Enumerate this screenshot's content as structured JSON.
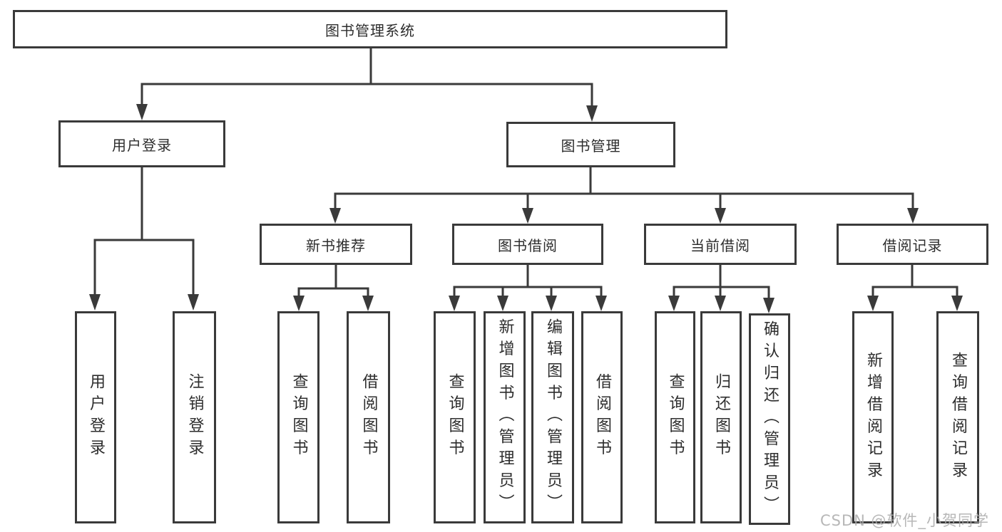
{
  "title": "图书管理系统",
  "watermark": "CSDN @软件_小贺同学",
  "colors": {
    "line": "#3a3a3a",
    "box_border": "#3a3a3a",
    "box_fill": "#ffffff",
    "text": "#2d2d2d",
    "watermark": "#aaaaaa",
    "background": "#ffffff"
  },
  "tree": {
    "label": "图书管理系统",
    "children": [
      {
        "label": "用户登录",
        "children": [
          {
            "label": "用户登录"
          },
          {
            "label": "注销登录"
          }
        ]
      },
      {
        "label": "图书管理",
        "children": [
          {
            "label": "新书推荐",
            "children": [
              {
                "label": "查询图书"
              },
              {
                "label": "借阅图书"
              }
            ]
          },
          {
            "label": "图书借阅",
            "children": [
              {
                "label": "查询图书"
              },
              {
                "label": "新增图书（管理员）"
              },
              {
                "label": "编辑图书（管理员）"
              },
              {
                "label": "借阅图书"
              }
            ]
          },
          {
            "label": "当前借阅",
            "children": [
              {
                "label": "查询图书"
              },
              {
                "label": "归还图书"
              },
              {
                "label": "确认归还（管理员）"
              }
            ]
          },
          {
            "label": "借阅记录",
            "children": [
              {
                "label": "新增借阅记录"
              },
              {
                "label": "查询借阅记录"
              }
            ]
          }
        ]
      }
    ]
  }
}
